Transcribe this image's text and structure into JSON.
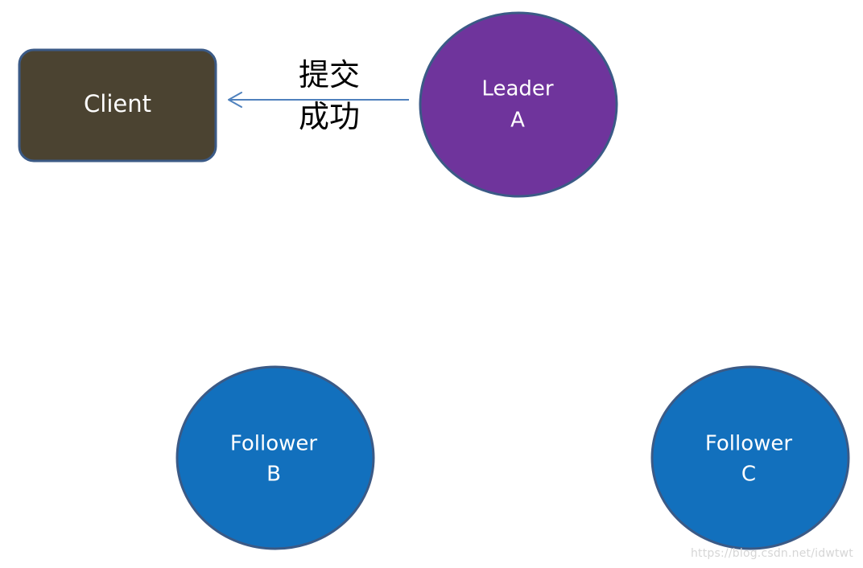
{
  "nodes": {
    "client": {
      "label": "Client",
      "fill": "#4b4331",
      "stroke": "#3b5a86"
    },
    "leader": {
      "line1": "Leader",
      "line2": "A",
      "fill": "#6f349c",
      "stroke": "#3b5a86"
    },
    "follower_b": {
      "line1": "Follower",
      "line2": "B",
      "fill": "#1270bd",
      "stroke": "#3b5a86"
    },
    "follower_c": {
      "line1": "Follower",
      "line2": "C",
      "fill": "#1270bd",
      "stroke": "#3b5a86"
    }
  },
  "edges": {
    "leader_to_client": {
      "line1": "提交",
      "line2": "成功",
      "color": "#4f81bd"
    }
  },
  "watermark": "https://blog.csdn.net/idwtwt"
}
